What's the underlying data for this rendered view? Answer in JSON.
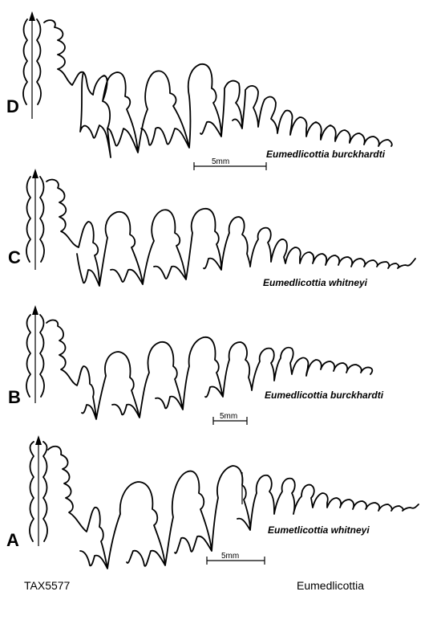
{
  "panels": [
    {
      "letter": "D",
      "species": "Eumedlicottia burckhardti",
      "scale": "5mm"
    },
    {
      "letter": "C",
      "species": "Eumedlicottia  whitneyi",
      "scale": ""
    },
    {
      "letter": "B",
      "species": "Eumedlicottia  burckhardti",
      "scale": "5mm"
    },
    {
      "letter": "A",
      "species": "Eumetlicottia  whitneyi",
      "scale": "5mm"
    }
  ],
  "footer": {
    "catalog": "TAX5577",
    "genus": "Eumedlicottia"
  }
}
